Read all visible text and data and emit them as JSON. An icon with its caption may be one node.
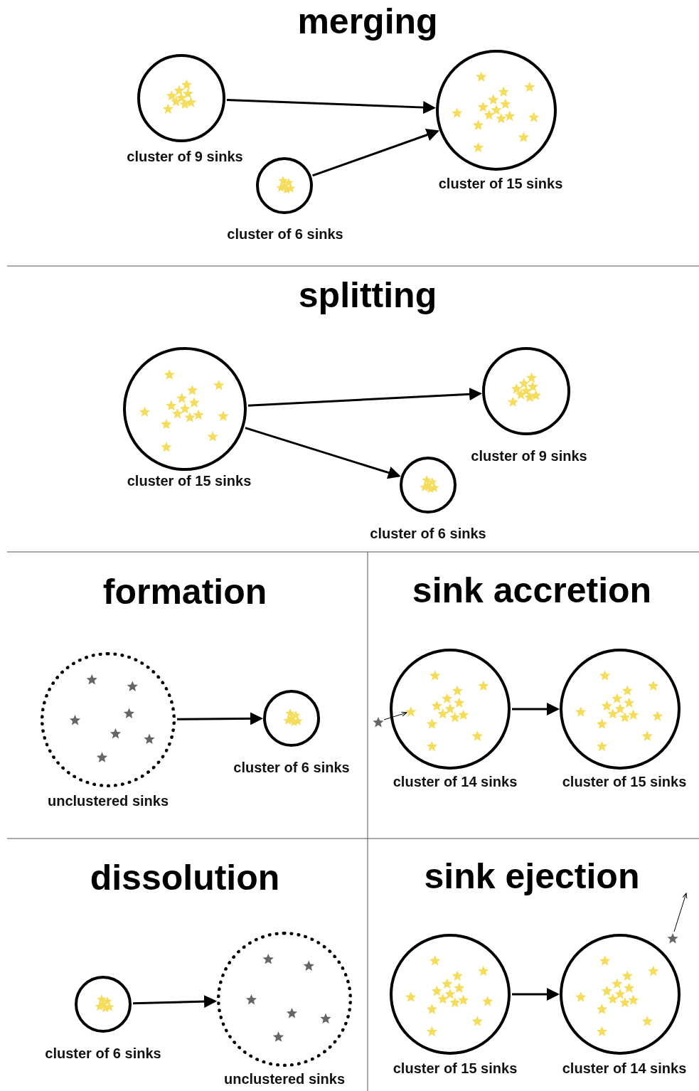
{
  "diagram": {
    "nodes": [
      {
        "text": [
          "cluster of 9 sinks"
        ]
      },
      {
        "text": [
          "cluster of 6 sinks"
        ]
      },
      {
        "text": [
          "cluster of 15 sinks"
        ]
      },
      {
        "text": [
          "cluster of 15 sinks"
        ]
      },
      {
        "text": [
          "cluster of 9 sinks"
        ]
      },
      {
        "text": [
          "cluster of 6 sinks"
        ]
      },
      {
        "text": [
          "unclustered sinks"
        ]
      },
      {
        "text": [
          "cluster of 6 sinks"
        ]
      },
      {
        "text": [
          "cluster of 14 sinks"
        ]
      },
      {
        "text": [
          "cluster of 15 sinks"
        ]
      },
      {
        "text": [
          "cluster of 6 sinks"
        ]
      },
      {
        "text": [
          "unclustered sinks"
        ]
      },
      {
        "text": [
          "cluster of 15 sinks"
        ]
      },
      {
        "text": [
          "cluster of 14 sinks"
        ]
      }
    ],
    "edges": [
      {
        "from": 0,
        "to": 2,
        "arrow": "to"
      },
      {
        "from": 1,
        "to": 2,
        "arrow": "to"
      },
      {
        "from": 3,
        "to": 4,
        "arrow": "to"
      },
      {
        "from": 3,
        "to": 5,
        "arrow": "to"
      },
      {
        "from": 6,
        "to": 7,
        "arrow": "to"
      },
      {
        "from": 8,
        "to": 9,
        "arrow": "to"
      },
      {
        "from": 10,
        "to": 11,
        "arrow": "to"
      },
      {
        "from": 12,
        "to": 13,
        "arrow": "to"
      }
    ],
    "labels": [
      "merging",
      "splitting",
      "formation",
      "sink accretion",
      "dissolution",
      "sink ejection"
    ]
  }
}
